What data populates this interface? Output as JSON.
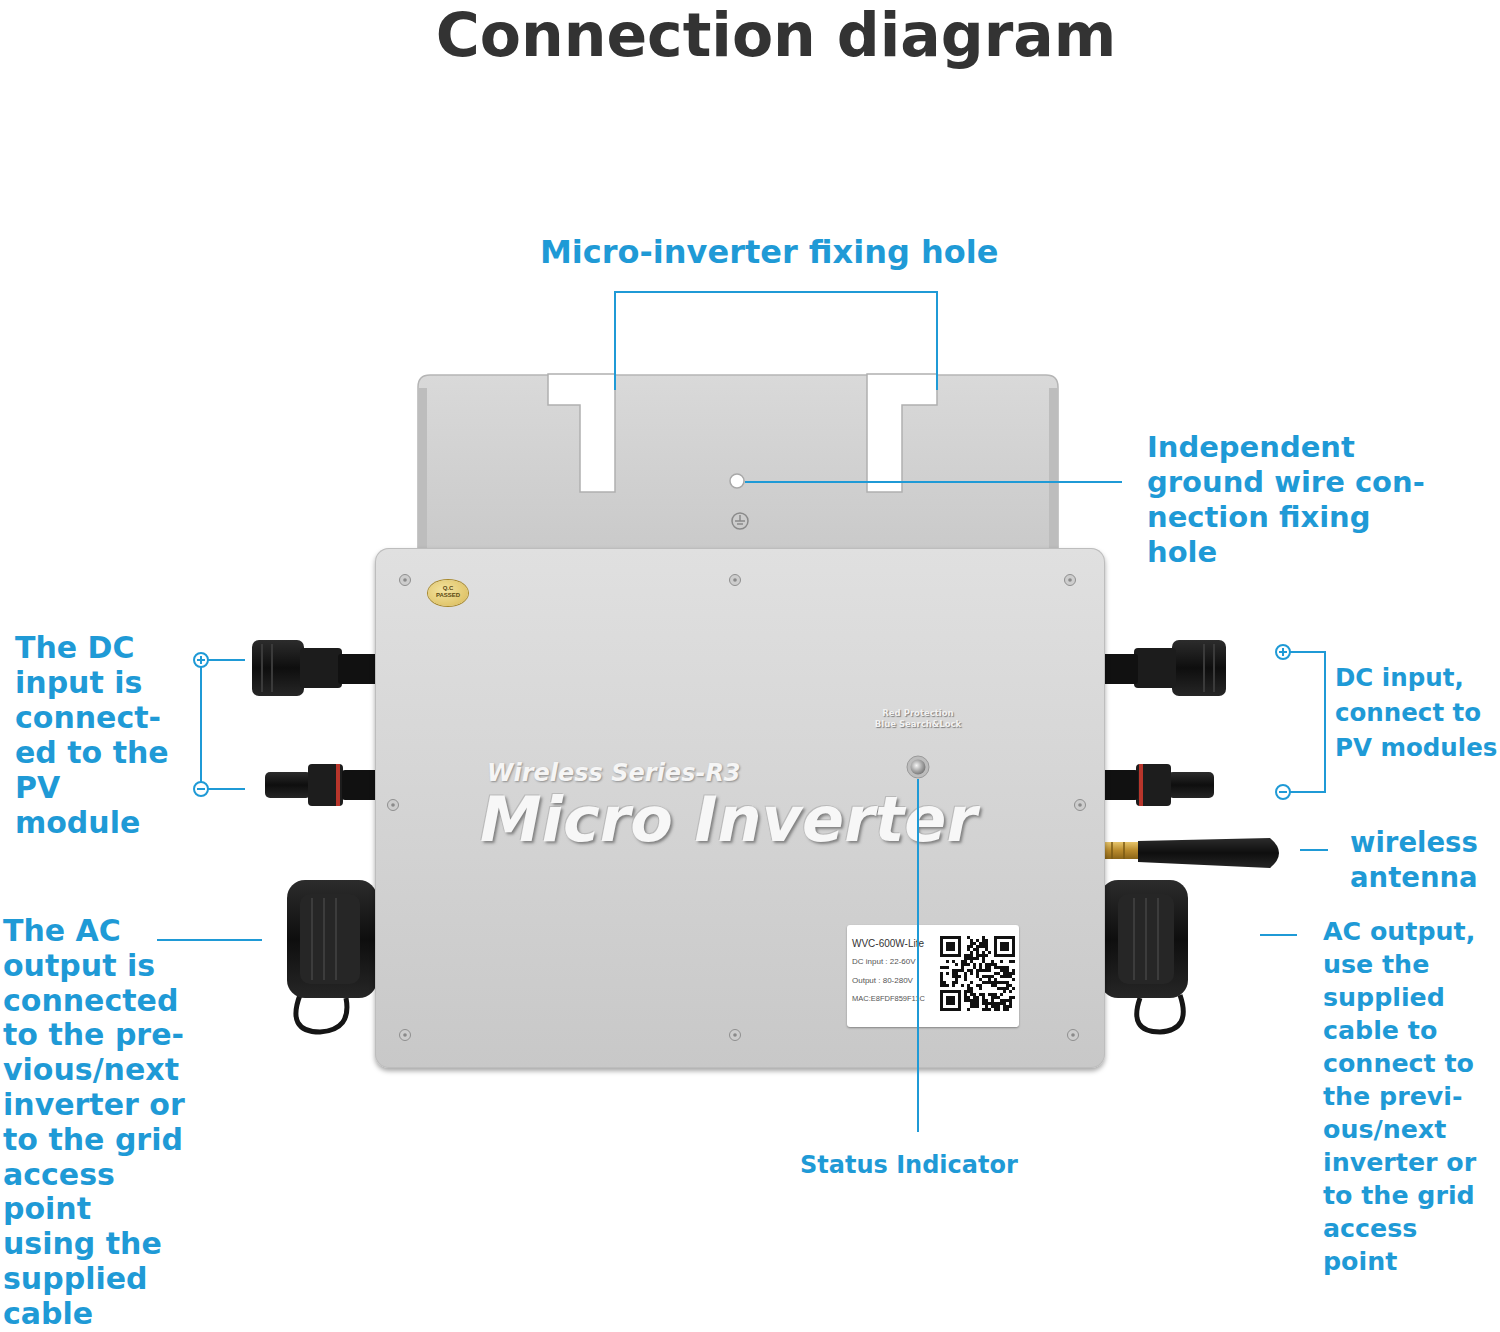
{
  "diagram": {
    "title": "Connection diagram",
    "nodes": [
      {
        "text": [
          "Red Protection Blue Search&Lock",
          "Wireless Series-R3",
          "Micro Inverter"
        ]
      },
      {
        "text": [
          "Q.C PASSED"
        ],
        "in": 0
      },
      {
        "text": [
          "WVC-600W-Lite",
          "DC input : 22-60V",
          "Output : 80-280V",
          "MAC:E8FDF859F11C"
        ],
        "in": 0
      }
    ],
    "labels": [
      "Micro-inverter fixing hole",
      "Independent ground wire con- nection fixing hole",
      "The DC input is connect- ed to the PV module",
      "DC input, connect to PV modules",
      "wireless antenna",
      "The AC output is connected to the pre- vious/next inverter or to the grid access point using the supplied cable",
      "AC output, use the supplied cable to connect to the previ- ous/next inverter or to the grid access point",
      "Status Indicator"
    ]
  }
}
